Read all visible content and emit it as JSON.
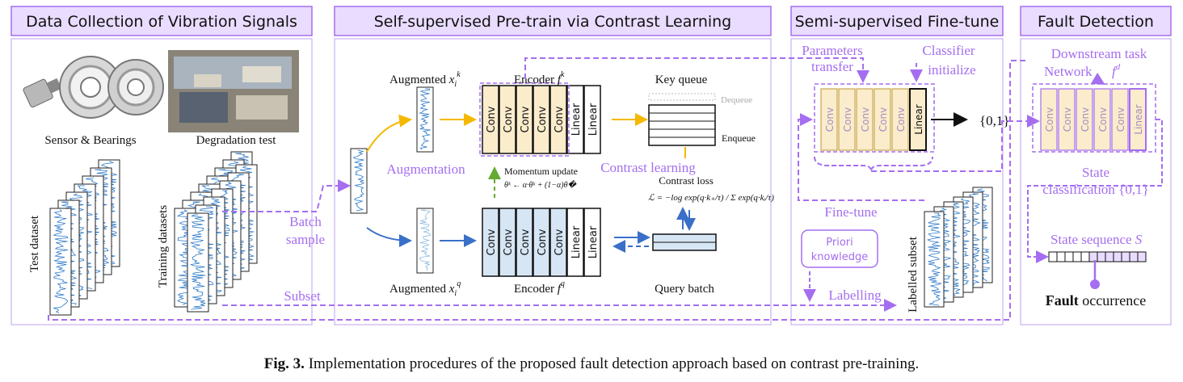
{
  "sections": {
    "data_collection": "Data Collection of Vibration Signals",
    "pretrain": "Self-supervised Pre-train via Contrast Learning",
    "finetune": "Semi-supervised Fine-tune",
    "detection": "Fault Detection"
  },
  "data_panel": {
    "sensor_caption": "Sensor & Bearings",
    "degradation_caption": "Degradation test",
    "test_dataset": "Test dataset",
    "training_datasets": "Training datasets",
    "batch": "Batch",
    "sample": "sample",
    "subset": "Subset"
  },
  "pretrain_panel": {
    "augmented_k": "Augmented",
    "augmentation": "Augmentation",
    "momentum_update": "Momentum update",
    "augmented_q": "Augmented",
    "encoder_k": "Encoder",
    "encoder_q": "Encoder",
    "key_queue": "Key queue",
    "dequeue": "Dequeue",
    "enqueue": "Enqueue",
    "contrast_learning": "Contrast learning",
    "contrast_loss": "Contrast loss",
    "query_batch": "Query batch",
    "conv": "Conv",
    "linear": "Linear"
  },
  "finetune_panel": {
    "parameters": "Parameters",
    "transfer": "transfer",
    "classifier": "Classifier",
    "initialize": "initialize",
    "output": "{0,1}",
    "fine_tune": "Fine-tune",
    "priori": "Priori",
    "knowledge": "knowledge",
    "labelling": "Labelling",
    "labelled_subset": "Labelled subset"
  },
  "detection_panel": {
    "downstream": "Downstream task",
    "network": "Network",
    "state": "State",
    "classification": "classification {0,1}",
    "state_sequence": "State sequence",
    "fault": "Fault",
    "occurrence": "occurrence"
  },
  "caption": {
    "label": "Fig. 3.",
    "text": "Implementation procedures of the proposed fault detection approach based on contrast pre-training."
  },
  "colors": {
    "purple": "#a56ef0",
    "header_fill": "#e9dcff",
    "yellow": "#f5b800",
    "blue": "#3a6fc8",
    "conv_yellow": "#fbeccc",
    "conv_blue": "#d7e6f5",
    "signal": "#2a78c8"
  }
}
